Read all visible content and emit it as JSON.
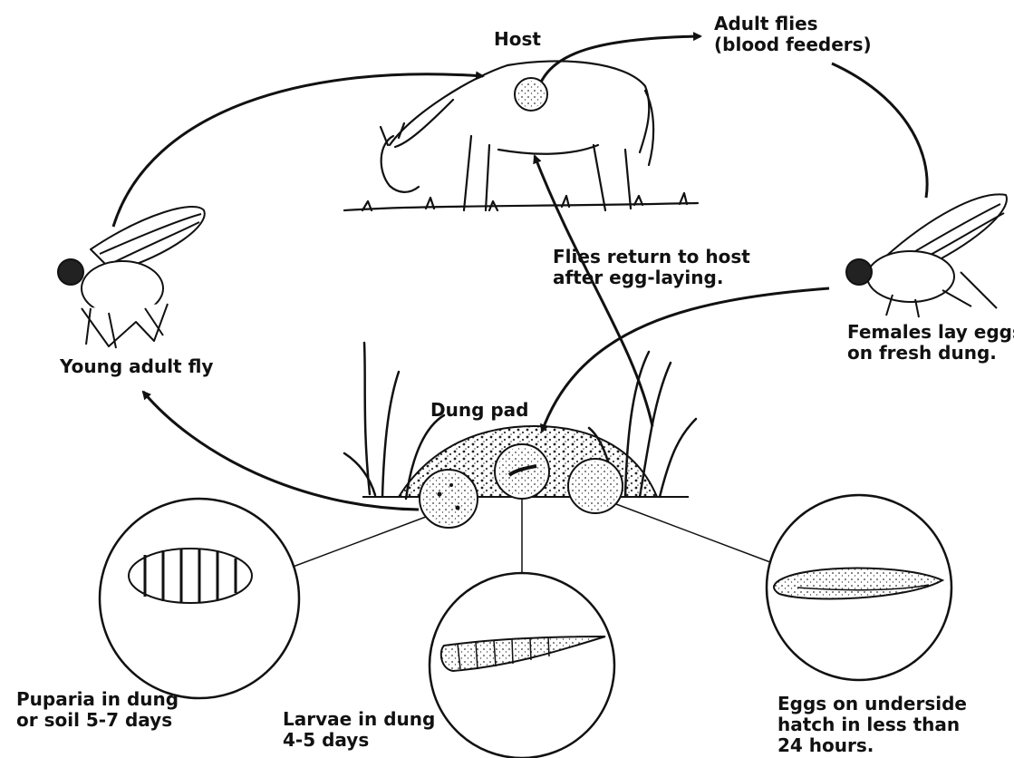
{
  "labels": {
    "host": "Host",
    "adult_flies": [
      "Adult flies",
      "(blood feeders)"
    ],
    "flies_return": [
      "Flies return to host",
      "after egg-laying."
    ],
    "females_lay": [
      "Females lay eggs",
      "on fresh dung."
    ],
    "young_adult": "Young adult fly",
    "dung_pad": "Dung pad",
    "puparia": [
      "Puparia in dung",
      "or soil 5-7 days"
    ],
    "larvae": [
      "Larvae in dung",
      "4-5 days"
    ],
    "eggs": [
      "Eggs on underside",
      "hatch in less than",
      "24 hours."
    ]
  },
  "colors": {
    "ink": "#111111",
    "background": "#ffffff"
  }
}
